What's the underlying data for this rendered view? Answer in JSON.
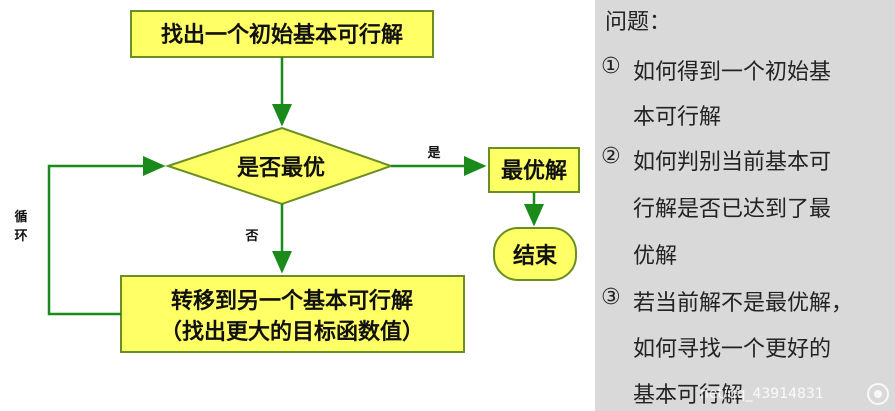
{
  "flowchart": {
    "start_box": "找出一个初始基本可行解",
    "decision": "是否最优",
    "yes_label": "是",
    "no_label": "否",
    "loop_label_1": "循",
    "loop_label_2": "环",
    "optimal_box": "最优解",
    "end_box": "结束",
    "transfer_line1": "转移到另一个基本可行解",
    "transfer_line2": "（找出更大的目标函数值）"
  },
  "panel": {
    "title": "问题：",
    "q1_num": "①",
    "q1_line1": "如何得到一个初始基",
    "q1_line2": "本可行解",
    "q2_num": "②",
    "q2_line1": "如何判别当前基本可",
    "q2_line2": "行解是否已达到了最",
    "q2_line3": "优解",
    "q3_num": "③",
    "q3_line1": "若当前解不是最优解，",
    "q3_line2": "如何寻找一个更好的",
    "q3_line3": "基本可行解"
  },
  "watermark": "net/qq_43914831",
  "colors": {
    "box_fill": "#ffff66",
    "box_stroke": "#6b8e23",
    "arrow": "#1a8a1a",
    "panel_bg": "#d9d9d9"
  }
}
